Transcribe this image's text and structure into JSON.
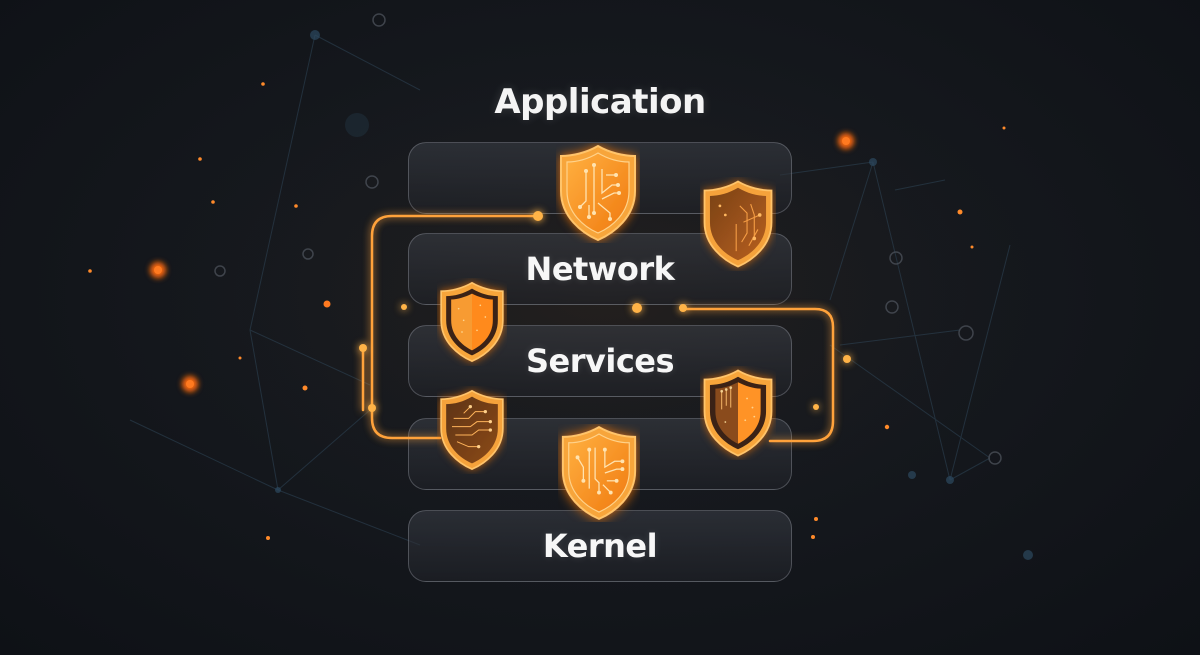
{
  "diagram": {
    "title": "Application",
    "layers": [
      {
        "id": "application",
        "label": ""
      },
      {
        "id": "network",
        "label": "Network"
      },
      {
        "id": "services",
        "label": "Services"
      },
      {
        "id": "lower",
        "label": ""
      },
      {
        "id": "kernel",
        "label": "Kernel"
      }
    ],
    "shields": [
      {
        "id": "shield-app-center",
        "style": "circuit-bright"
      },
      {
        "id": "shield-app-right",
        "style": "circuit-split-dark"
      },
      {
        "id": "shield-network-left",
        "style": "split-dotted-bright"
      },
      {
        "id": "shield-services-left",
        "style": "circuit-dark"
      },
      {
        "id": "shield-services-right",
        "style": "split-dotted-dark"
      },
      {
        "id": "shield-kernel-center",
        "style": "circuit-bright"
      }
    ],
    "colors": {
      "background": "#15181d",
      "accent": "#ff9a2e",
      "accent_glow": "#ff7a10",
      "text": "#f7f7f7",
      "layer_border": "#5c6068"
    }
  }
}
